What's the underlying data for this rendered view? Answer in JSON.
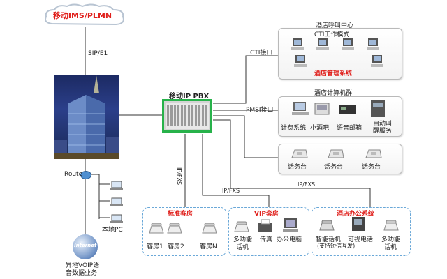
{
  "cloud": {
    "label": "移动IMS/PLMN"
  },
  "links": {
    "sip": "SIP/E1",
    "cti": "CTI接口",
    "pmsi": "PMSI接口",
    "ipfxs_vertical": "IP/FXS",
    "ipfxs_vip": "IP/FXS",
    "ipfxs_office": "IP/FXS"
  },
  "pbx": {
    "label": "移动IP PBX"
  },
  "route": {
    "label": "Route"
  },
  "local_pc": {
    "label": "本地PC"
  },
  "internet": {
    "label": "Internet",
    "caption_line1": "异地VOIP语",
    "caption_line2": "音数据业务"
  },
  "call_center": {
    "title": "酒店呼叫中心",
    "cti_mode": "CTI工作模式",
    "mgmt": "酒店管理系统"
  },
  "computer_group": {
    "title": "酒店计算机群",
    "billing": "计费系统",
    "minibar": "小酒吧",
    "voicemail": "语音邮箱",
    "auto_wake_line1": "自动叫",
    "auto_wake_line2": "醒服务"
  },
  "operator": {
    "labels": [
      "话务台",
      "话务台",
      "话务台"
    ]
  },
  "standard_room": {
    "title": "标准客房",
    "room1": "客房1",
    "room2": "客房2",
    "roomN": "客房N"
  },
  "vip_room": {
    "title": "VIP套房",
    "phone_line1": "多功能",
    "phone_line2": "话机",
    "fax": "传真",
    "office_pc": "办公电脑"
  },
  "office_system": {
    "title": "酒店办公系统",
    "smart_line1": "智能话机",
    "video": "可视电话",
    "smart_line2": "(支持短信互发)",
    "multi_line1": "多功能",
    "multi_line2": "话机"
  },
  "colors": {
    "accent_red": "#e0201c",
    "wire": "#333333",
    "dash_blue": "#6aa8d8",
    "pbx_green": "#27b24a"
  }
}
